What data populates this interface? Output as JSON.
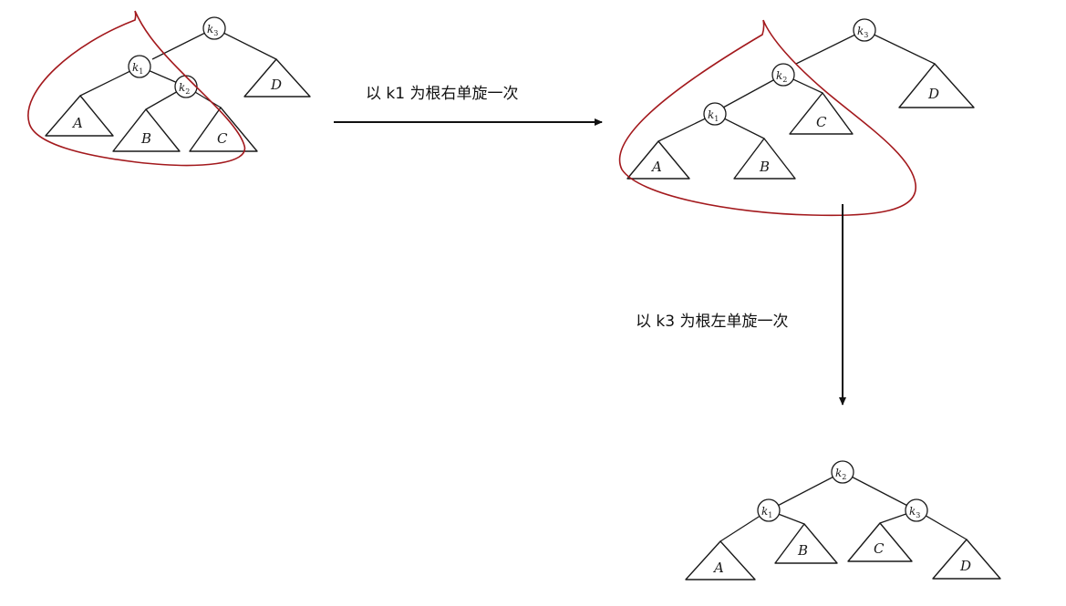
{
  "captions": {
    "step1": "以 k1 为根右单旋一次",
    "step2": "以 k3 为根左单旋一次"
  },
  "subtrees": {
    "a": "A",
    "b": "B",
    "c": "C",
    "d": "D"
  },
  "nodes": {
    "k1": "k1",
    "k2": "k2",
    "k3": "k3"
  },
  "colors": {
    "highlight": "#a3191d",
    "ink": "#1a1a1a"
  }
}
